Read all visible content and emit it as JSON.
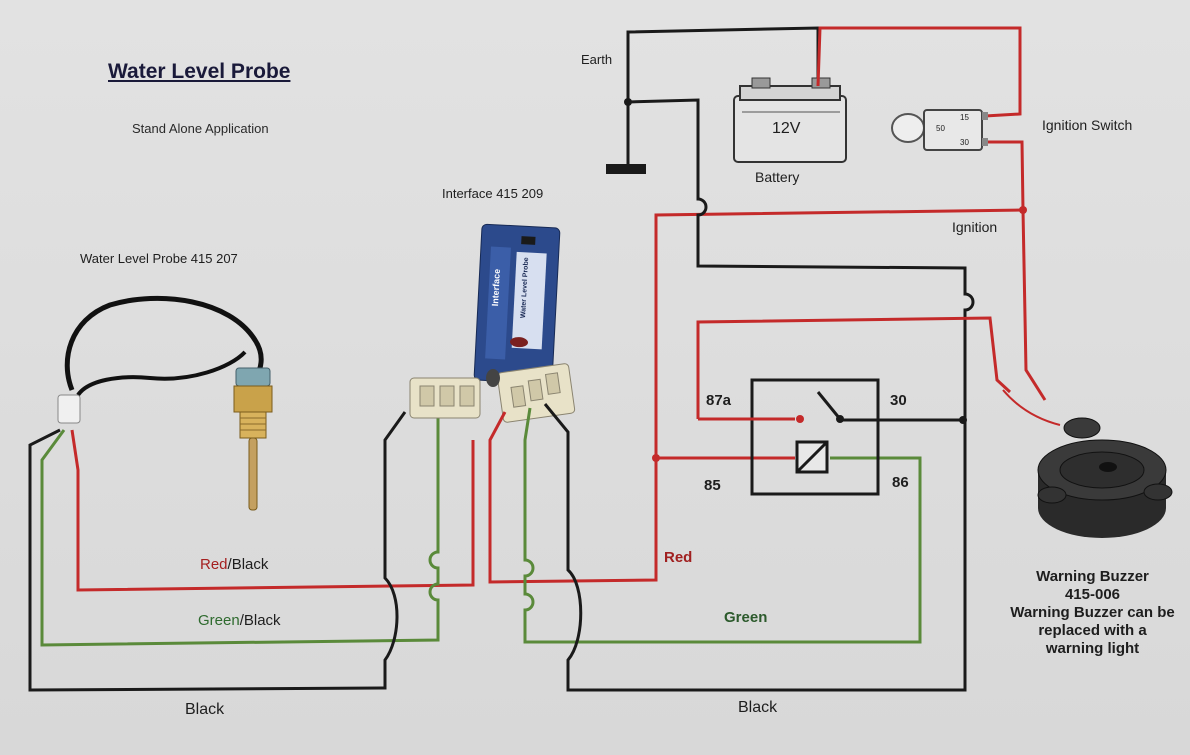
{
  "title": "Water Level Probe",
  "subtitle": "Stand Alone Application",
  "probe": {
    "label": "Water Level Probe 415 207"
  },
  "interface": {
    "label": "Interface 415 209",
    "face_text": "Interface",
    "side_text": "Water Level Probe"
  },
  "earth": {
    "label": "Earth"
  },
  "battery": {
    "label": "Battery",
    "voltage": "12V"
  },
  "ignition_switch": {
    "label": "Ignition Switch",
    "pin_50": "50",
    "pin_15": "15",
    "pin_30": "30"
  },
  "ignition": {
    "label": "Ignition"
  },
  "relay": {
    "t87a": "87a",
    "t30": "30",
    "t85": "85",
    "t86": "86"
  },
  "wires_left": {
    "red": "Red",
    "red_suffix": "/Black",
    "green": "Green",
    "green_suffix": "/Black",
    "black": "Black"
  },
  "wires_right": {
    "red": "Red",
    "green": "Green",
    "black": "Black"
  },
  "buzzer": {
    "line1": "Warning Buzzer",
    "line2": "415-006",
    "line3": "Warning Buzzer can be",
    "line4": "replaced with a",
    "line5": "warning light"
  },
  "colors": {
    "red_wire": "#c42a2a",
    "green_wire": "#5a8a3a",
    "black_wire": "#1a1a1a",
    "interface_blue": "#2c4a8c"
  }
}
